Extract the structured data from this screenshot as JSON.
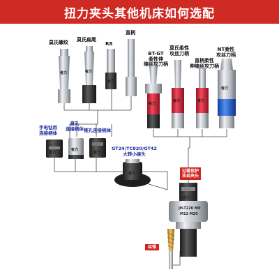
{
  "header": {
    "title": "扭力夹头其他机床如何选配"
  },
  "labels": {
    "morse_thread": "莫氏螺纹",
    "morse_flat": "莫氏扁尾",
    "r8": "R8",
    "straight": "直柄",
    "bt_gt": "BT-GT",
    "bt_gt_line2": "柔性伸",
    "bt_gt_line3": "缩丝攻刀柄",
    "morse_flex_line1": "莫氏柔性",
    "morse_flex_line2": "攻丝刀柄",
    "straight_flex_line1": "直柄柔性",
    "straight_flex_line2": "伸缩丝攻刀柄",
    "nt_flex_line1": "NT柔性",
    "nt_flex_line2": "攻丝刀柄",
    "hand_drill_line1": "手电钻用",
    "hand_drill_line2": "连接柄体",
    "straight_hole_line1": "直孔",
    "straight_hole_line2": "连接柄体",
    "taper_hole": "锥孔连接柄体",
    "gt_line1": "GT24/TC820/GT42",
    "gt_line2": "大转小接头",
    "overload_line1": "过载保护",
    "overload_line2": "攻丝夹头",
    "tap": "丝锥",
    "brand": "者力",
    "chuck_text_line1": "JH-T220 M0",
    "chuck_text_line2": "M12 M20"
  },
  "colors": {
    "banner": "#d02a25",
    "accent_red": "#d0241f",
    "blue_label": "#1a2a9c",
    "holder_red": "#e0263a",
    "holder_blue": "#1f5fd0",
    "steel": "#c8ccd2",
    "line": "#444444"
  }
}
